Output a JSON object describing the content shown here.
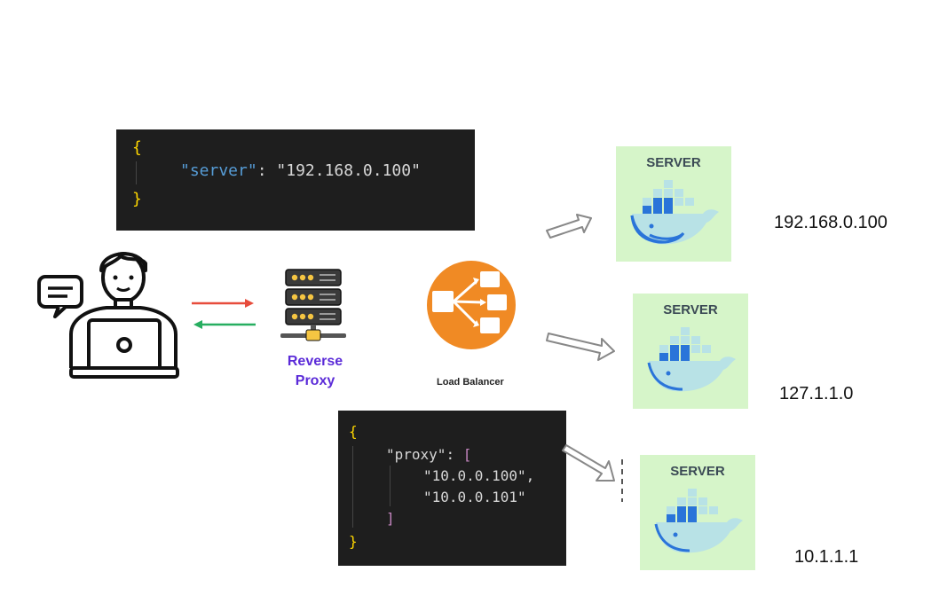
{
  "code_top": {
    "open": "{",
    "key": "\"server\"",
    "colon": ": ",
    "value": "\"192.168.0.100\"",
    "close": "}"
  },
  "code_bottom": {
    "open": "{",
    "key": "\"proxy\"",
    "colon": ": ",
    "bracket_open": "[",
    "items": [
      "\"10.0.0.100\",",
      "\"10.0.0.101\""
    ],
    "bracket_close": "]",
    "close": "}"
  },
  "reverse_proxy": {
    "line1": "Reverse",
    "line2": "Proxy"
  },
  "load_balancer": {
    "label": "Load Balancer"
  },
  "servers": [
    {
      "label": "SERVER",
      "ip": "192.168.0.100"
    },
    {
      "label": "SERVER",
      "ip": "127.1.1.0"
    },
    {
      "label": "SERVER",
      "ip": "10.1.1.1"
    }
  ],
  "colors": {
    "request_arrow": "#e74c3c",
    "response_arrow": "#27ae60",
    "lb_orange": "#f08a24",
    "server_bg": "#d6f5c9",
    "proxy_text": "#5b2bd8"
  }
}
